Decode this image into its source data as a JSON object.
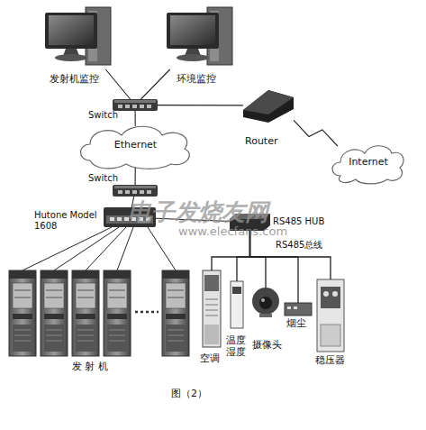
{
  "diagram": {
    "caption": "图（2）",
    "nodes": [
      {
        "text": [
          "发射机监控"
        ]
      },
      {
        "text": [
          "环境监控"
        ]
      },
      {
        "text": [
          "Switch"
        ]
      },
      {
        "text": [
          "Router"
        ]
      },
      {
        "text": [
          "Internet"
        ]
      },
      {
        "text": [
          "Ethernet"
        ]
      },
      {
        "text": [
          "Switch"
        ]
      },
      {
        "text": [
          "Hutone Model 1608"
        ]
      },
      {
        "text": [
          "RS485 HUB"
        ]
      },
      {
        "text": [
          "空调"
        ]
      },
      {
        "text": [
          "温度 湿度"
        ]
      },
      {
        "text": [
          "摄像头"
        ]
      },
      {
        "text": [
          "烟尘"
        ]
      },
      {
        "text": [
          "稳压器"
        ]
      }
    ],
    "edges": [
      {
        "from": 0,
        "to": 2,
        "arrow": "none"
      },
      {
        "from": 1,
        "to": 2,
        "arrow": "none"
      },
      {
        "from": 2,
        "to": 3,
        "arrow": "none"
      },
      {
        "from": 3,
        "to": 4,
        "arrow": "none"
      },
      {
        "from": 2,
        "to": 5,
        "arrow": "none"
      },
      {
        "from": 5,
        "to": 6,
        "arrow": "none"
      },
      {
        "from": 6,
        "to": 7,
        "arrow": "none"
      },
      {
        "from": 7,
        "to": 8,
        "arrow": "none"
      },
      {
        "from": 8,
        "to": 9,
        "arrow": "none"
      },
      {
        "from": 8,
        "to": 10,
        "arrow": "none"
      },
      {
        "from": 8,
        "to": 11,
        "arrow": "none"
      },
      {
        "from": 8,
        "to": 12,
        "arrow": "none"
      },
      {
        "from": 8,
        "to": 13,
        "arrow": "none"
      }
    ],
    "labels": [
      "RS485总线",
      "发 射 机",
      "电子发烧友网",
      "www.elecfans.com"
    ]
  }
}
